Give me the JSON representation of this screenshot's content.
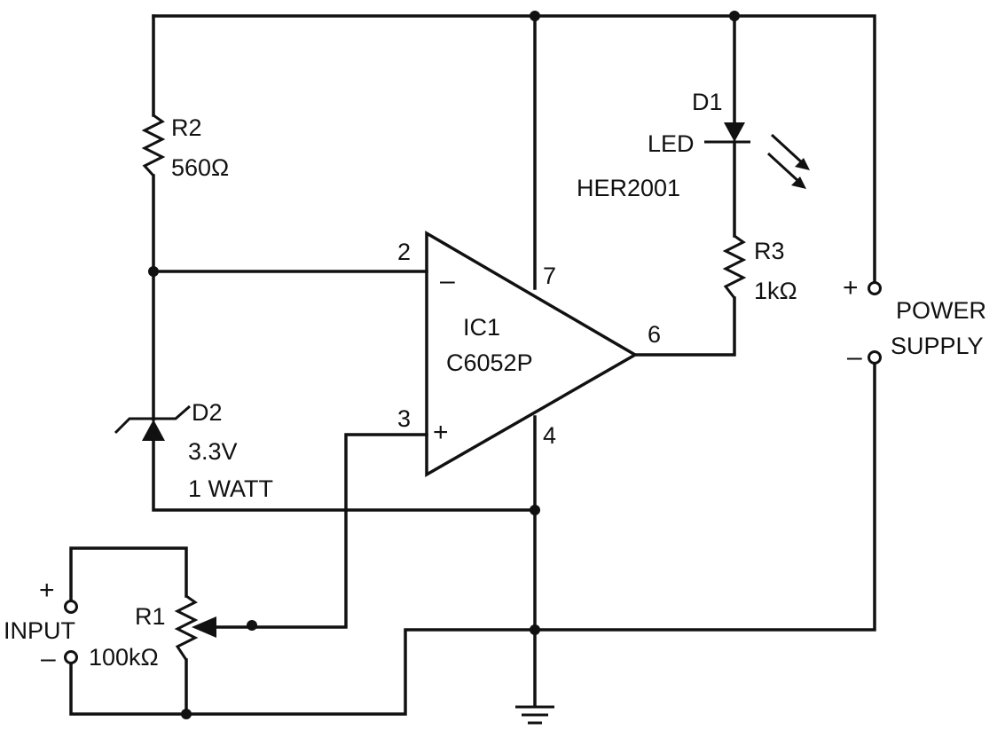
{
  "components": {
    "r1": {
      "name": "R1",
      "value": "100kΩ"
    },
    "r2": {
      "name": "R2",
      "value": "560Ω"
    },
    "r3": {
      "name": "R3",
      "value": "1kΩ"
    },
    "d1": {
      "name": "D1",
      "type": "LED",
      "part": "HER2001"
    },
    "d2": {
      "name": "D2",
      "voltage": "3.3V",
      "power": "1 WATT"
    },
    "ic1": {
      "name": "IC1",
      "part": "C6052P",
      "minus": "–",
      "plus": "+"
    }
  },
  "pins": {
    "p2": "2",
    "p3": "3",
    "p4": "4",
    "p6": "6",
    "p7": "7"
  },
  "power_supply": {
    "line1": "POWER",
    "line2": "SUPPLY",
    "plus": "+",
    "minus": "–"
  },
  "input": {
    "label": "INPUT",
    "plus": "+",
    "minus": "–"
  }
}
